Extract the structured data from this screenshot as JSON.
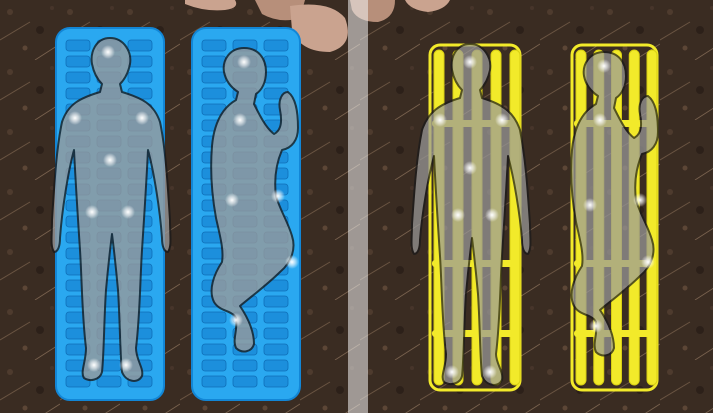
{
  "panels": [
    {
      "name": "left-panel",
      "pad_color": "#2aa8f0",
      "pad_edge": "#1286d6",
      "pad_style": "grid"
    },
    {
      "name": "right-panel",
      "pad_color": "#f2ea2a",
      "pad_edge": "#d8cf12",
      "pad_style": "rails"
    }
  ],
  "colors": {
    "ground": "#3a2c22",
    "ground_light": "#5a4434",
    "figure_fill": "#9a9a9a",
    "figure_stroke": "#1a1a1a",
    "pressure_point": "#ffffff",
    "divider": "#f2f2f2",
    "hand": "#caa38f"
  },
  "subjects": [
    {
      "name": "back-sleeper-blue",
      "pose": "back"
    },
    {
      "name": "side-sleeper-blue",
      "pose": "side"
    },
    {
      "name": "back-sleeper-yellow",
      "pose": "back"
    },
    {
      "name": "side-sleeper-yellow",
      "pose": "side"
    }
  ]
}
